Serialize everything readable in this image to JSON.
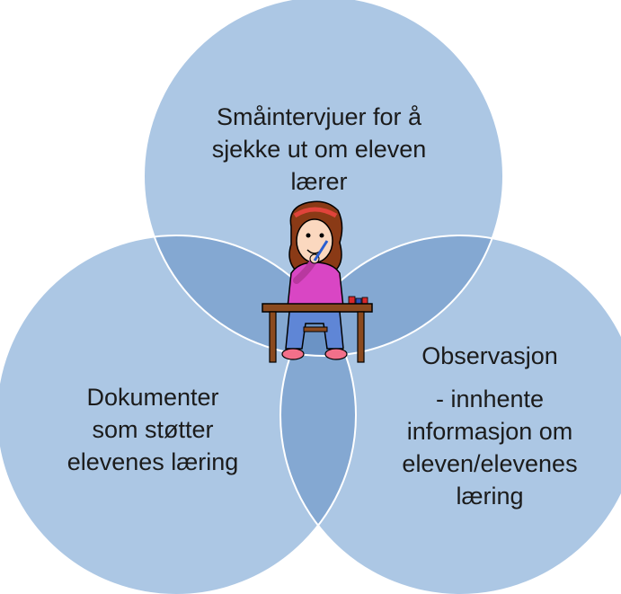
{
  "diagram": {
    "type": "venn",
    "colors": {
      "circle_fill": "#acc7e4",
      "circle_stroke": "#ffffff",
      "pair_overlap": "#84a8d2",
      "center_overlap": "#6b93c5"
    },
    "circles": [
      {
        "id": "top",
        "lines": [
          "Småintervjuer for å",
          "sjekke ut om eleven",
          "lærer"
        ]
      },
      {
        "id": "left",
        "lines": [
          "Dokumenter",
          "som støtter",
          "elevenes læring"
        ]
      },
      {
        "id": "right",
        "title": "Observasjon",
        "lines": [
          "- innhente",
          "informasjon om",
          "eleven/elevenes",
          "læring"
        ]
      }
    ],
    "center_image": "girl-at-desk-writing-illustration"
  }
}
